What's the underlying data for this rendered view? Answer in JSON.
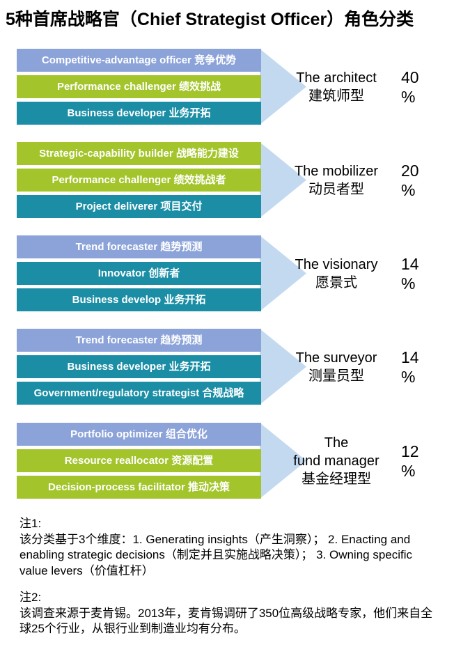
{
  "title": "5种首席战略官（Chief Strategist Officer）角色分类",
  "colors": {
    "periwinkle": "#8CA3D9",
    "green": "#A3C42B",
    "teal": "#1B8EA6",
    "arrow": "#C3D9F0",
    "bar_text": "#FFFFFF",
    "text": "#000000"
  },
  "groups": [
    {
      "bars": [
        {
          "label": "Competitive-advantage officer 竞争优势",
          "color": "#8CA3D9"
        },
        {
          "label": "Performance challenger 绩效挑战",
          "color": "#A3C42B"
        },
        {
          "label": "Business developer 业务开拓",
          "color": "#1B8EA6"
        }
      ],
      "role_lines": [
        "The architect",
        "建筑师型"
      ],
      "percent": "40",
      "percent_sign": "%"
    },
    {
      "bars": [
        {
          "label": "Strategic-capability builder 战略能力建设",
          "color": "#A3C42B"
        },
        {
          "label": "Performance challenger 绩效挑战者",
          "color": "#A3C42B"
        },
        {
          "label": "Project deliverer 项目交付",
          "color": "#1B8EA6"
        }
      ],
      "role_lines": [
        "The mobilizer",
        "动员者型"
      ],
      "percent": "20",
      "percent_sign": "%"
    },
    {
      "bars": [
        {
          "label": "Trend forecaster 趋势预测",
          "color": "#8CA3D9"
        },
        {
          "label": "Innovator 创新者",
          "color": "#1B8EA6"
        },
        {
          "label": "Business develop 业务开拓",
          "color": "#1B8EA6"
        }
      ],
      "role_lines": [
        "The visionary",
        "愿景式"
      ],
      "percent": "14",
      "percent_sign": "%"
    },
    {
      "bars": [
        {
          "label": "Trend forecaster 趋势预测",
          "color": "#8CA3D9"
        },
        {
          "label": "Business developer 业务开拓",
          "color": "#1B8EA6"
        },
        {
          "label": "Government/regulatory strategist 合规战略",
          "color": "#1B8EA6"
        }
      ],
      "role_lines": [
        "The surveyor",
        "测量员型"
      ],
      "percent": "14",
      "percent_sign": "%"
    },
    {
      "bars": [
        {
          "label": "Portfolio optimizer 组合优化",
          "color": "#8CA3D9"
        },
        {
          "label": "Resource reallocator 资源配置",
          "color": "#A3C42B"
        },
        {
          "label": "Decision-process facilitator 推动决策",
          "color": "#A3C42B"
        }
      ],
      "role_lines": [
        "The",
        "fund manager",
        "基金经理型"
      ],
      "percent": "12",
      "percent_sign": "%"
    }
  ],
  "notes": [
    {
      "label": "注1:",
      "text": "该分类基于3个维度：1. Generating insights（产生洞察）； 2. Enacting and enabling strategic decisions（制定并且实施战略决策）； 3. Owning specific value levers（价值杠杆）"
    },
    {
      "label": "注2:",
      "text": "该调查来源于麦肯锡。2013年，麦肯锡调研了350位高级战略专家，他们来自全球25个行业，从银行业到制造业均有分布。"
    }
  ]
}
